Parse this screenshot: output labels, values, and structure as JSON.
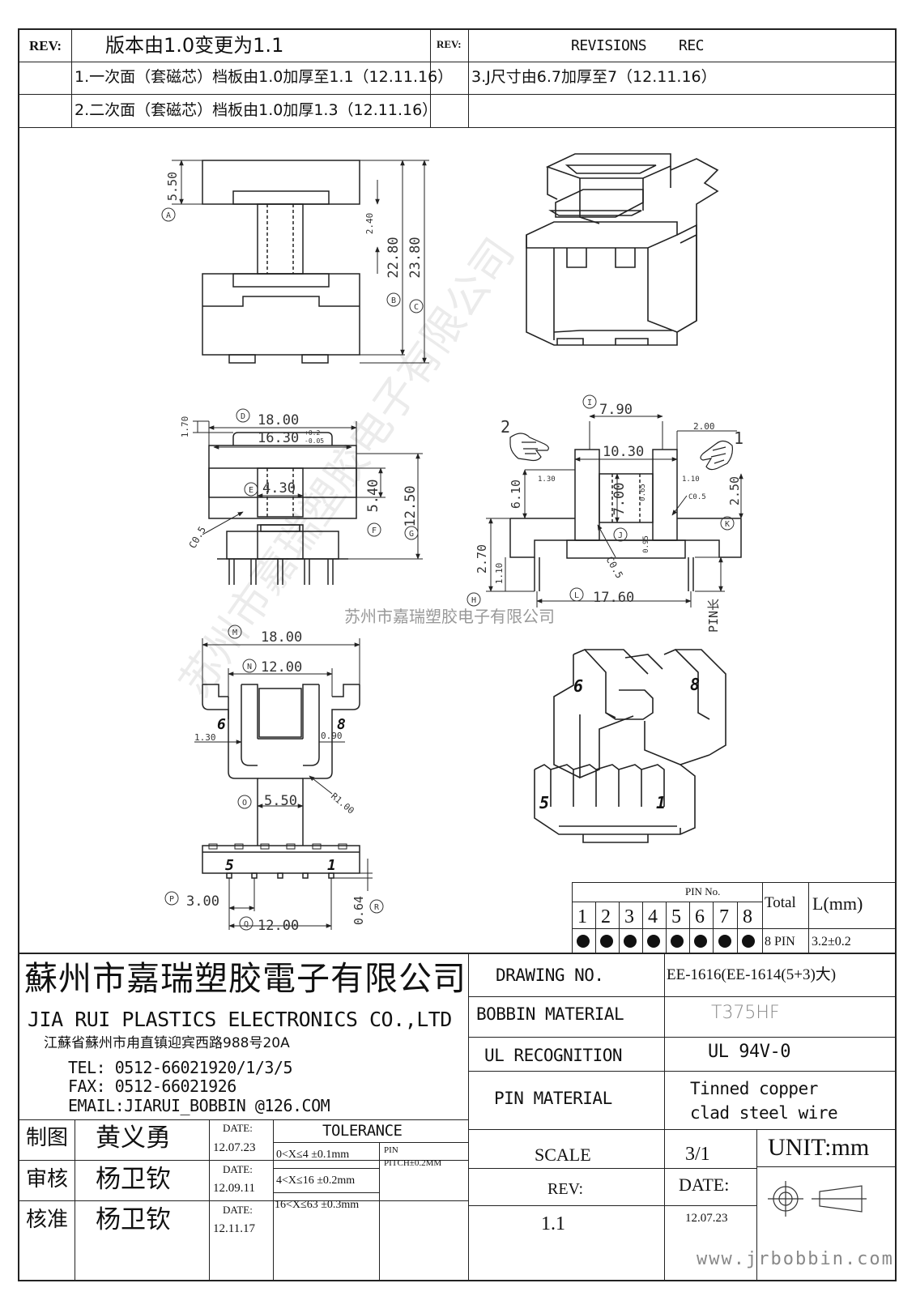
{
  "revision_table": {
    "rev_label": "REV:",
    "change_title": "版本由1.0变更为1.1",
    "rev_label2": "REV:",
    "revisions_header": "REVISIONS",
    "rec_header": "REC",
    "items": [
      "1.一次面（套磁芯）档板由1.0加厚至1.1（12.11.16）",
      "2.二次面（套磁芯）档板由1.0加厚1.3（12.11.16）",
      "3.J尺寸由6.7加厚至7（12.11.16）"
    ]
  },
  "dimensions": {
    "A": "5.50",
    "A2": "2.40",
    "B": "22.80",
    "C": "23.80",
    "D": "18.00",
    "D2": "16.30",
    "D2_tol_plus": "+0.2",
    "D2_tol_minus": "-0.05",
    "D3": "1.70",
    "E": "4.30",
    "F": "5.40",
    "G": "12.50",
    "C05a": "C0.5",
    "I": "7.90",
    "I2": "10.30",
    "I3": "2.00",
    "H": "6.10",
    "H2": "1.30",
    "J": "7.00",
    "J2": "0.65",
    "J3": "1.10",
    "J4": "C0.5",
    "K": "2.50",
    "J5": "0.95",
    "J6": "C0.5",
    "L": "17.60",
    "P1": "2.70",
    "P2": "1.10",
    "pin_length_label": "PIN长",
    "M": "18.00",
    "N": "12.00",
    "N2": "1.30",
    "N3": "0.90",
    "R": "R1.00",
    "O": "5.50",
    "P": "3.00",
    "Q": "12.00",
    "R2": "0.64",
    "hand1": "1",
    "hand2": "2"
  },
  "pin_labels": {
    "p6": "6",
    "p8": "8",
    "p5": "5",
    "p1": "1"
  },
  "iso_labels": {
    "p6": "6",
    "p8": "8",
    "p5": "5",
    "p1": "1"
  },
  "watermark": "苏州市嘉瑞塑胶电子有限公司",
  "pin_table": {
    "header": "PIN No.",
    "pins": [
      "1",
      "2",
      "3",
      "4",
      "5",
      "6",
      "7",
      "8"
    ],
    "total_label": "Total",
    "l_label": "L(mm)",
    "total_value": "8 PIN",
    "l_value": "3.2±0.2"
  },
  "company": {
    "name_cn": "蘇州市嘉瑞塑胶電子有限公司",
    "name_en": "JIA RUI PLASTICS ELECTRONICS CO.,LTD",
    "address": "江蘇省蘇州市甪直镇迎宾西路988号20A",
    "tel": "TEL: 0512-66021920/1/3/5",
    "fax": "FAX: 0512-66021926",
    "email": "EMAIL:JIARUI_BOBBIN @126.COM"
  },
  "spec": {
    "drawing_no_label": "DRAWING  NO.",
    "drawing_no": "EE-1616(EE-1614(5+3)大)",
    "bobbin_label": "BOBBIN  MATERIAL",
    "bobbin_value": "T375HF",
    "ul_label": "UL RECOGNITION",
    "ul_value": "UL 94V-0",
    "pin_mat_label": "PIN MATERIAL",
    "pin_mat_value1": "Tinned copper",
    "pin_mat_value2": "clad steel wire",
    "scale_label": "SCALE",
    "scale_value": "3/1",
    "unit": "UNIT:mm",
    "rev_label": "REV:",
    "rev_value": "1.1",
    "date_label": "DATE:",
    "date_value": "12.07.23"
  },
  "signoff": {
    "rows": [
      {
        "role": "制图",
        "name": "黄义勇",
        "date_label": "DATE:",
        "date": "12.07.23"
      },
      {
        "role": "审核",
        "name": "杨卫钦",
        "date_label": "DATE:",
        "date": "12.09.11"
      },
      {
        "role": "核准",
        "name": "杨卫钦",
        "date_label": "DATE:",
        "date": "12.11.17"
      }
    ]
  },
  "tolerance": {
    "title": "TOLERANCE",
    "rows": [
      "0<X≤4  ±0.1mm",
      "4<X≤16 ±0.2mm",
      "16<X≤63 ±0.3mm"
    ],
    "pin_label": "PIN",
    "pitch": "PITCH±0.2MM"
  },
  "website": "www.jrbobbin.com"
}
